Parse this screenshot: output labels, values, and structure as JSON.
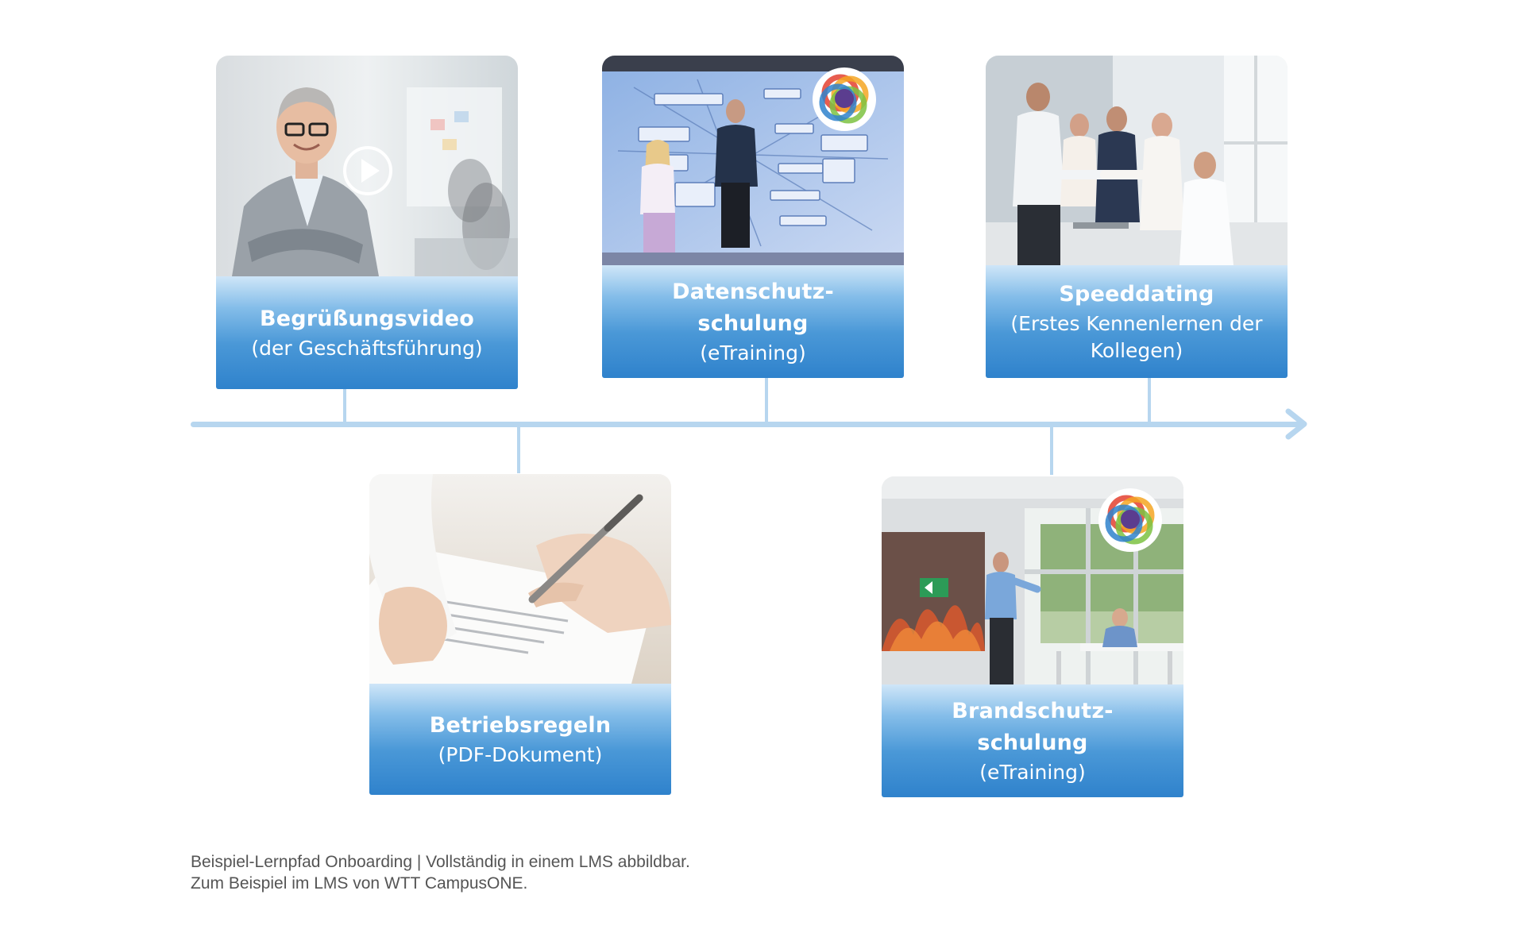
{
  "steps": [
    {
      "title": "Begrüßungsvideo",
      "subtitle": "(der Geschäftsführung)"
    },
    {
      "title": "Betriebsregeln",
      "subtitle": "(PDF-Dokument)"
    },
    {
      "title": "Datenschutz-",
      "title2": "schulung",
      "subtitle": "(eTraining)"
    },
    {
      "title": "Brandschutz-",
      "title2": "schulung",
      "subtitle": "(eTraining)"
    },
    {
      "title": "Speeddating",
      "subtitle": "(Erstes Kennenlernen der",
      "subtitle2": "Kollegen)"
    }
  ],
  "caption": {
    "line1": "Beispiel-Lernpfad Onboarding | Vollständig in einem LMS abbildbar.",
    "line2": "Zum Beispiel im LMS von WTT CampusONE."
  },
  "colors": {
    "timeline": "#b7d6ef",
    "label_top": "#cfe6f8",
    "label_bottom": "#2f82cc"
  }
}
